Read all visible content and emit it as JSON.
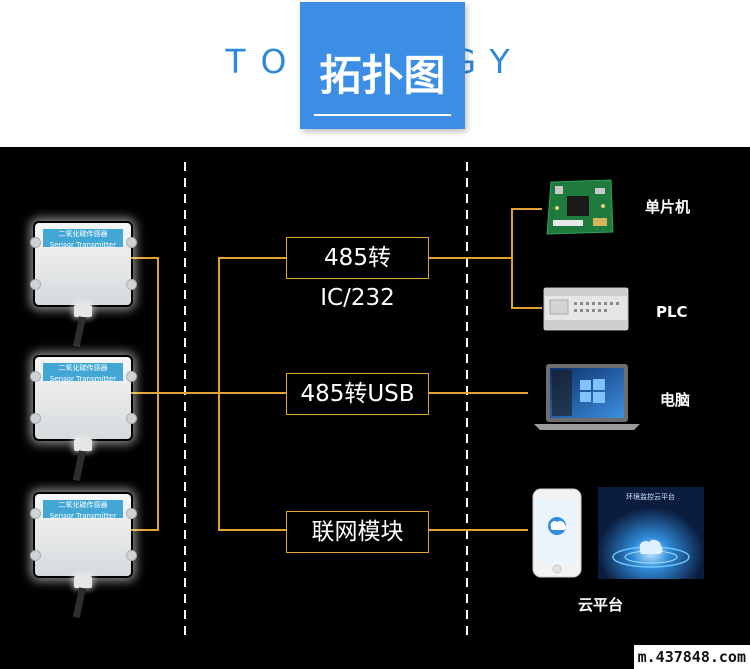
{
  "header": {
    "english_title": "TOPOLOGY",
    "chinese_title": "拓扑图"
  },
  "sensors": [
    {
      "label": "二氧化碳传感器",
      "sublabel": "Sensor Transmitter"
    },
    {
      "label": "二氧化碳传感器",
      "sublabel": "Sensor Transmitter"
    },
    {
      "label": "二氧化碳传感器",
      "sublabel": "Sensor Transmitter"
    }
  ],
  "converters": [
    {
      "label": "485转IC/232"
    },
    {
      "label": "485转USB"
    },
    {
      "label": "联网模块"
    }
  ],
  "devices": {
    "mcu": "单片机",
    "plc": "PLC",
    "pc": "电脑",
    "cloud": "云平台",
    "cloud_screen_title": "环境监控云平台"
  },
  "colors": {
    "wire": "#e0a332",
    "accent": "#3b8ee3",
    "background": "#000000"
  },
  "watermark": "m.437848.com"
}
